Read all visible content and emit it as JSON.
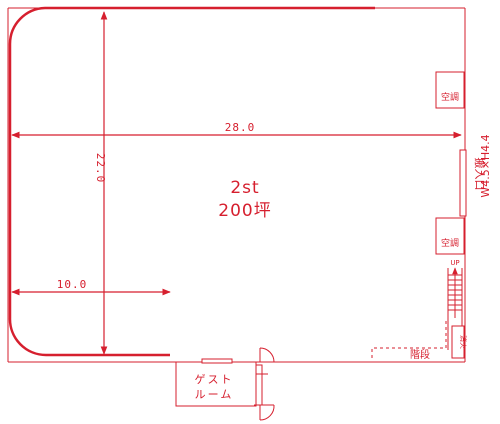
{
  "colors": {
    "ink": "#d61f2e",
    "background": "#ffffff"
  },
  "floor": {
    "level": "2st",
    "area": "200坪"
  },
  "dimensions": {
    "width": "28.0",
    "depth": "22.0",
    "partial": "10.0"
  },
  "rooms": {
    "ac_top": "空調",
    "ac_bottom": "空調",
    "loading_entrance": "搬入口",
    "loading_size": "W4.5×H4.4",
    "guest_room_line1": "ゲスト",
    "guest_room_line2": "ルーム",
    "stairs": "階段",
    "stair_up": "UP",
    "fire_hydrant": "消火"
  }
}
